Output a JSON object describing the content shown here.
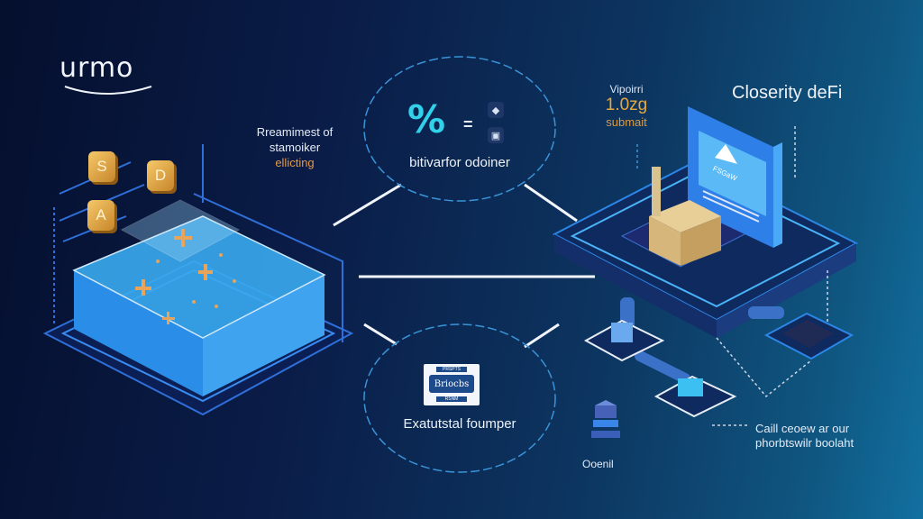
{
  "logo": {
    "text": "urmo"
  },
  "left_panel": {
    "caption_line1": "Rreamimest of",
    "caption_line2": "stamoiker",
    "caption_highlight": "ellicting",
    "coins": [
      "S",
      "D",
      "A"
    ]
  },
  "top_circle": {
    "symbol": "%",
    "equals": "=",
    "label": "bitivarfor odoiner",
    "icons": [
      "shield-mic-icon",
      "briefcase-icon"
    ]
  },
  "bottom_circle": {
    "badge_main": "Briocbs",
    "badge_top": "PRSPTS",
    "badge_bottom": "RSNM",
    "label": "Exatutstal foumper"
  },
  "right_panel": {
    "title": "Closerity deFi",
    "value_label": "Vipoirri",
    "value": "1.0zg",
    "value_sub": "submait",
    "screen_label": "FSGaW",
    "node_label": "Ooenil",
    "note_line1": "Caill ceoew ar our",
    "note_line2": "phorbtswilr boolaht"
  },
  "colors": {
    "background_dark": "#050f2e",
    "background_light": "#1270a0",
    "accent_cyan": "#33d0ea",
    "accent_gold": "#e8a83e",
    "accent_blue": "#2f8cf0"
  }
}
